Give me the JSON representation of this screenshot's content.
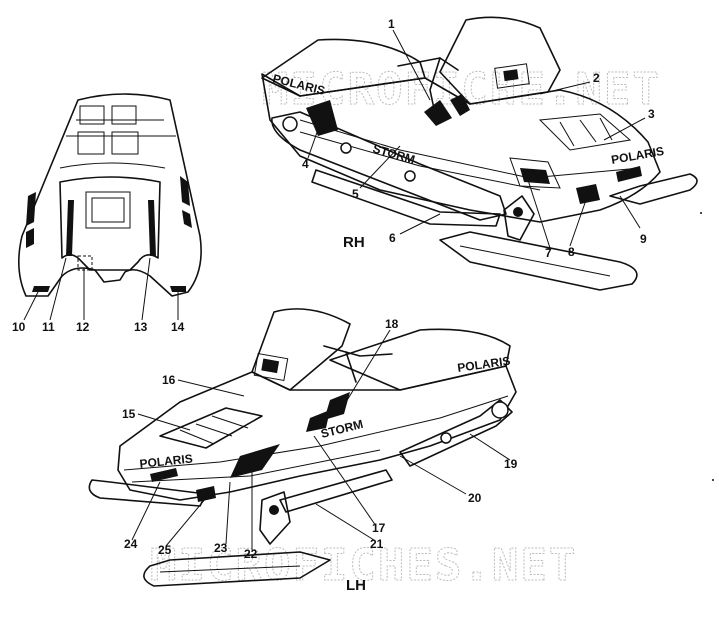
{
  "watermark": {
    "top": "MICROFICHE.NET",
    "bottom": "MICROFICHES.NET"
  },
  "views": {
    "rh": "RH",
    "lh": "LH"
  },
  "callouts": [
    {
      "id": "1",
      "label": "1"
    },
    {
      "id": "2",
      "label": "2"
    },
    {
      "id": "3",
      "label": "3"
    },
    {
      "id": "4",
      "label": "4"
    },
    {
      "id": "5",
      "label": "5"
    },
    {
      "id": "6",
      "label": "6"
    },
    {
      "id": "7",
      "label": "7"
    },
    {
      "id": "8",
      "label": "8"
    },
    {
      "id": "9",
      "label": "9"
    },
    {
      "id": "10",
      "label": "10"
    },
    {
      "id": "11",
      "label": "11"
    },
    {
      "id": "12",
      "label": "12"
    },
    {
      "id": "13",
      "label": "13"
    },
    {
      "id": "14",
      "label": "14"
    },
    {
      "id": "15",
      "label": "15"
    },
    {
      "id": "16",
      "label": "16"
    },
    {
      "id": "17",
      "label": "17"
    },
    {
      "id": "18",
      "label": "18"
    },
    {
      "id": "19",
      "label": "19"
    },
    {
      "id": "20",
      "label": "20"
    },
    {
      "id": "21",
      "label": "21"
    },
    {
      "id": "22",
      "label": "22"
    },
    {
      "id": "23",
      "label": "23"
    },
    {
      "id": "24",
      "label": "24"
    },
    {
      "id": "25",
      "label": "25"
    }
  ],
  "decal_text": {
    "storm_rh": "STORM",
    "storm_lh": "STORM",
    "polaris_rh_side": "POLARIS",
    "polaris_rh_hood": "POLARIS",
    "polaris_lh_hood": "POLARIS",
    "polaris_lh_side": "POLARIS"
  }
}
